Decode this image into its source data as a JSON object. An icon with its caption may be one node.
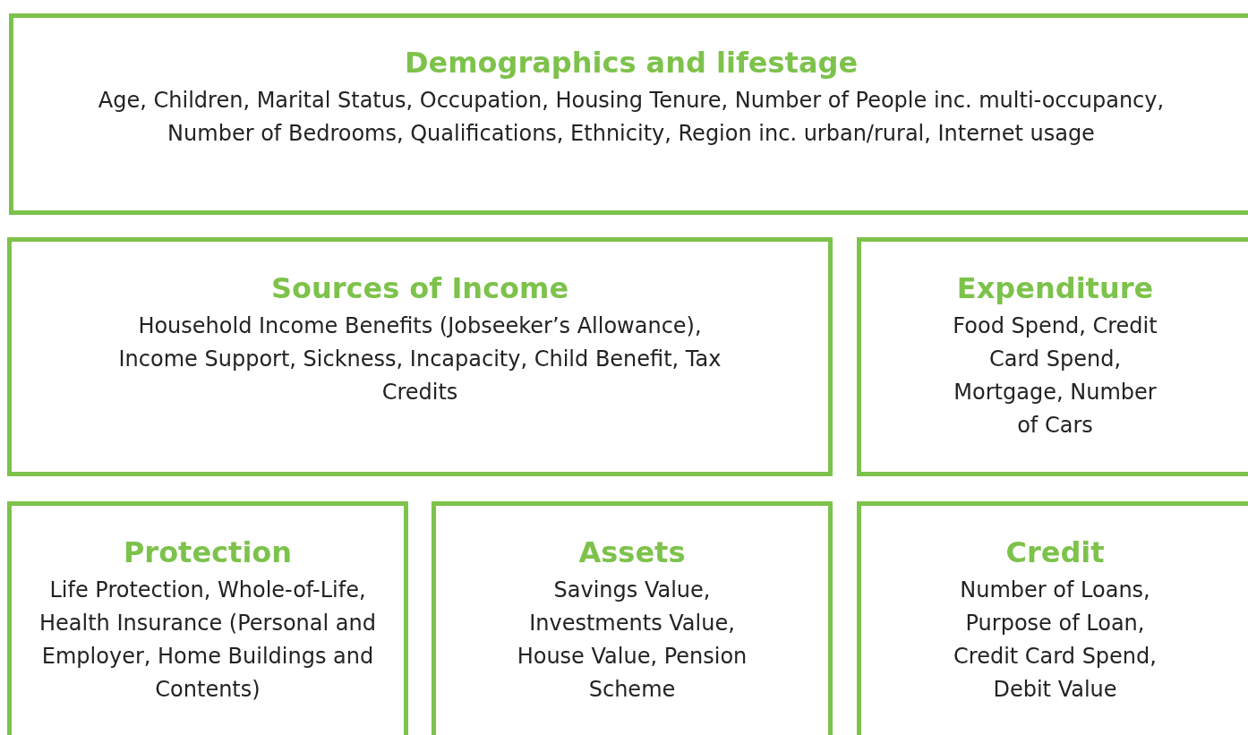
{
  "diagram": {
    "nodes": [
      {
        "text": [
          "Demographics and lifestage",
          "Age, Children, Marital Status, Occupation, Housing Tenure, Number of People inc. multi-occupancy, Number of Bedrooms, Qualifications, Ethnicity, Region inc. urban/rural, Internet usage"
        ]
      },
      {
        "text": [
          "Sources of Income",
          "Household Income Benefits (Jobseeker’s Allowance), Income Support, Sickness, Incapacity, Child Benefit, Tax Credits"
        ]
      },
      {
        "text": [
          "Expenditure",
          "Food Spend, Credit Card Spend, Mortgage, Number of Cars"
        ]
      },
      {
        "text": [
          "Protection",
          "Life Protection, Whole-of-Life, Health Insurance (Personal and Employer, Home Buildings and Contents)"
        ]
      },
      {
        "text": [
          "Assets",
          "Savings Value, Investments Value, House Value, Pension Scheme"
        ]
      },
      {
        "text": [
          "Credit",
          "Number of Loans, Purpose of Loan, Credit Card Spend, Debit Value"
        ]
      }
    ]
  }
}
